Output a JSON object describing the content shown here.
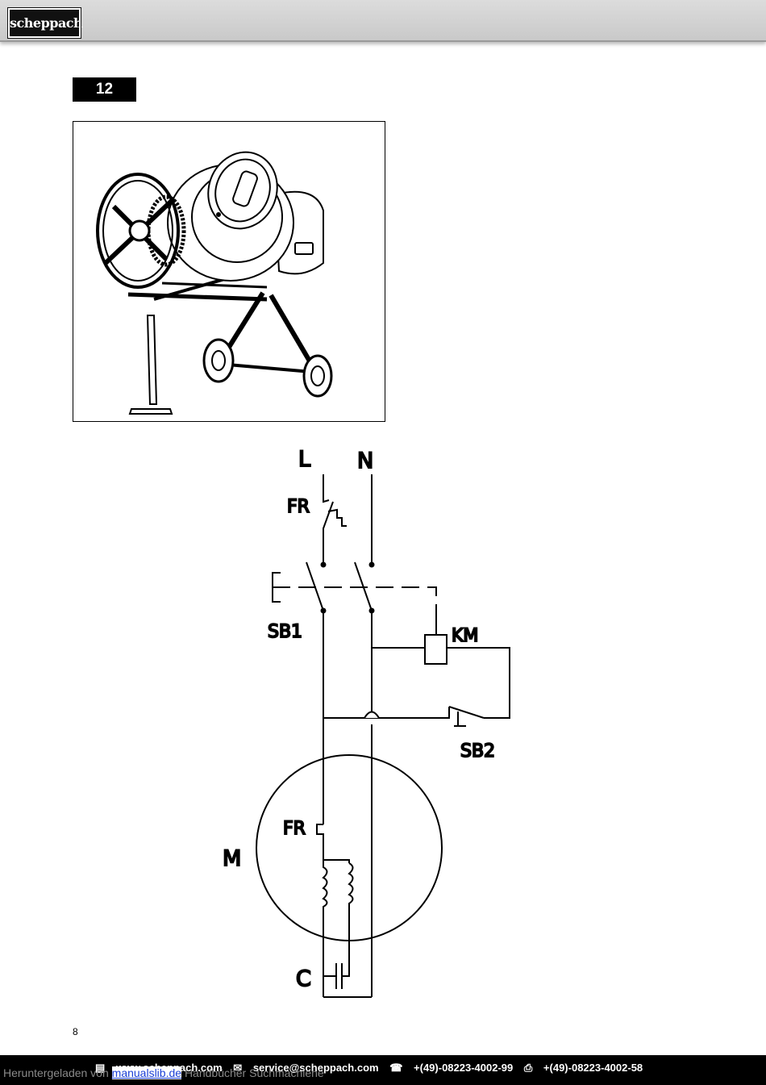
{
  "header": {
    "brand": "scheppach"
  },
  "figure": {
    "number": "12"
  },
  "diagram_labels": {
    "L": "L",
    "N": "N",
    "FR_top": "FR",
    "SB1": "SB1",
    "KM": "KM",
    "SB2": "SB2",
    "FR_motor": "FR",
    "M": "M",
    "C": "C"
  },
  "page": {
    "number": "8"
  },
  "footer": {
    "web": "www.scheppach.com",
    "email": "service@scheppach.com",
    "phone": "+(49)-08223-4002-99",
    "fax": "+(49)-08223-4002-58"
  },
  "download": {
    "prefix": "Heruntergeladen von",
    "link": "manualslib.de",
    "suffix": "Handbücher Suchmachiene"
  },
  "icons": [
    "computer-icon",
    "mail-icon",
    "phone-icon",
    "fax-icon"
  ]
}
